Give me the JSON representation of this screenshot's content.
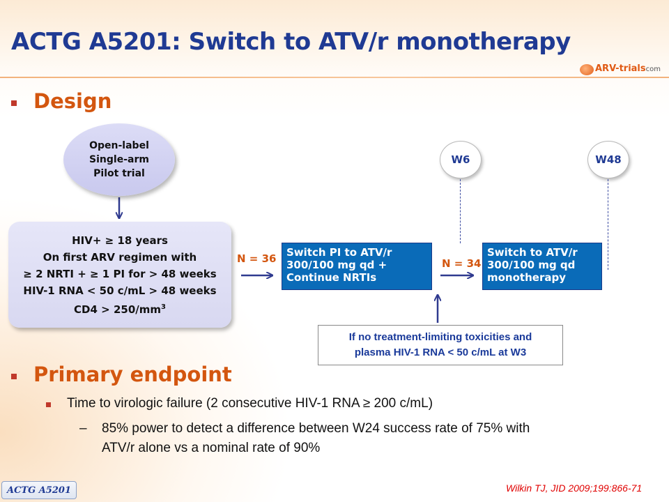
{
  "title": "ACTG A5201: Switch to ATV/r monotherapy",
  "logo": {
    "text": "ARV-trials",
    "suffix": "com"
  },
  "sections": {
    "design": "Design",
    "primary": "Primary endpoint"
  },
  "diagram": {
    "oval_lines": [
      "Open-label",
      "Single-arm",
      "Pilot trial"
    ],
    "criteria_lines": [
      "HIV+ ≥ 18 years",
      "On first ARV regimen with",
      "≥  2 NRTI + ≥ 1 PI for > 48 weeks",
      "HIV-1 RNA < 50 c/mL > 48 weeks",
      "CD4 > 250/mm"
    ],
    "criteria_sup": "3",
    "n1": "N = 36",
    "n2": "N = 34",
    "box1_lines": [
      "Switch PI to ATV/r",
      "300/100 mg qd +",
      "Continue NRTIs"
    ],
    "box2_lines": [
      "Switch to ATV/r",
      "300/100 mg qd",
      "monotherapy"
    ],
    "timepoints": [
      "W6",
      "W48"
    ],
    "condition_lines": [
      "If no treatment-limiting toxicities and",
      "plasma HIV-1 RNA < 50 c/mL at W3"
    ]
  },
  "endpoint": {
    "main": "Time to virologic failure (2 consecutive HIV-1 RNA ≥ 200 c/mL)",
    "dash": "–",
    "sub_line1": "85% power to detect a difference between W24 success rate of 75% with",
    "sub_line2": "ATV/r alone vs a nominal rate of 90%"
  },
  "footer": {
    "tag": "ACTG A5201",
    "reference": "Wilkin TJ, JID 2009;199:866-71"
  },
  "colors": {
    "title": "#1f3a93",
    "heading": "#d3560f",
    "box_blue": "#0a6bb8",
    "arrow": "#2f3a8f",
    "reference": "#e00000"
  }
}
